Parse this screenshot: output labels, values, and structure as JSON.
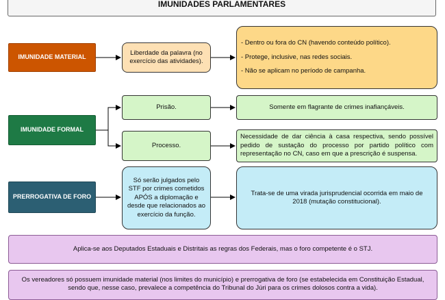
{
  "title": "IMUNIDADES PARLAMENTARES",
  "material": {
    "label": "IMUNIDADE MATERIAL",
    "middle": "Liberdade da palavra (no exercício das atividades).",
    "details": [
      "- Dentro ou fora do CN (havendo conteúdo político).",
      "- Protege, inclusive, nas redes sociais.",
      "- Não se aplicam no período de campanha."
    ]
  },
  "formal": {
    "label": "IMUNIDADE FORMAL",
    "prisao": "Prisão.",
    "prisao_detail": "Somente em flagrante de crimes inafiançáveis.",
    "processo": "Processo.",
    "processo_detail": "Necessidade de dar ciência à casa respectiva, sendo possível pedido de sustação do processo por partido político com representação no CN, caso em que a prescrição é suspensa."
  },
  "foro": {
    "label": "PRERROGATIVA DE FORO",
    "middle": "Só serão julgados pelo STF por crimes cometidos APÓS a diplomação e desde que relacionados ao exercício da função.",
    "detail": "Trata-se de uma virada jurisprudencial ocorrida em maio de 2018 (mutação constitucional)."
  },
  "note_estaduais": "Aplica-se aos Deputados Estaduais e Distritais as regras dos Federais, mas o foro competente é o STJ.",
  "note_vereadores": "Os vereadores só possuem imunidade material (nos limites do município) e prerrogativa de foro (se estabelecida em Constituição Estadual, sendo que, nesse caso, prevalece a competência do Tribunal do Júri para os crimes dolosos contra a vida)."
}
